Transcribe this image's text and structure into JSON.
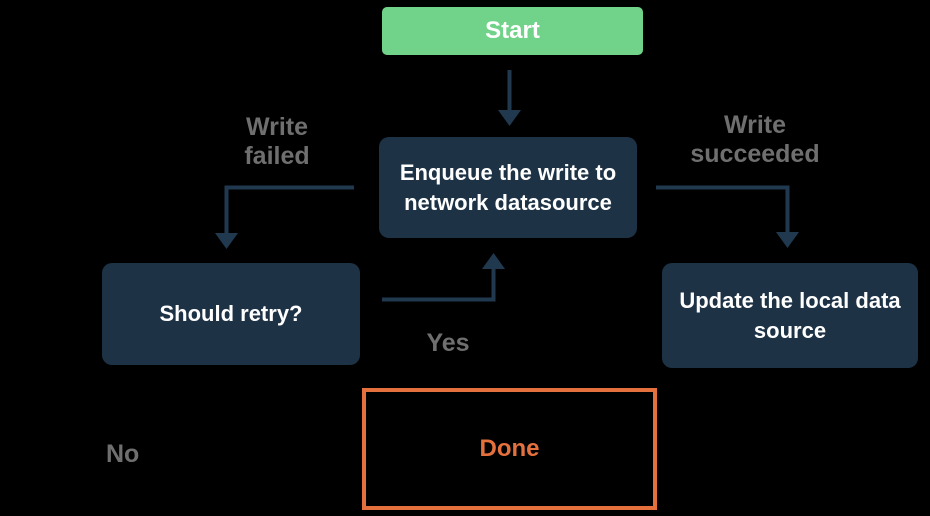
{
  "colors": {
    "background": "#000000",
    "node_fill": "#1d3245",
    "arrow": "#21394f",
    "start_fill": "#71d389",
    "done_accent": "#e4703d",
    "edge_label_text": "#6f6f6f",
    "node_text": "#ffffff"
  },
  "nodes": {
    "start": {
      "label": "Start"
    },
    "enqueue": {
      "label": "Enqueue the write to\nnetwork datasource"
    },
    "should_retry": {
      "label": "Should retry?"
    },
    "update_local": {
      "label": "Update the local data\nsource"
    },
    "done": {
      "label": "Done"
    }
  },
  "edge_labels": {
    "write_failed": "Write\nfailed",
    "write_succeeded": "Write\nsucceeded",
    "yes": "Yes",
    "no": "No"
  }
}
